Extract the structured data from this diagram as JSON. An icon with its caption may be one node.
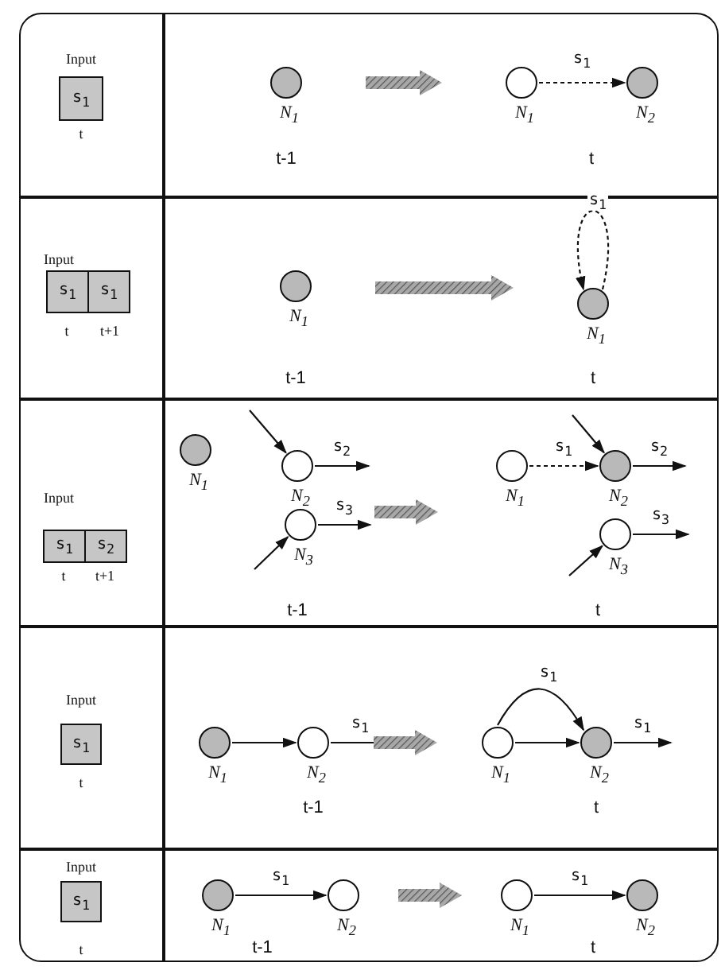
{
  "diagram": {
    "nodes": [
      {
        "text": [
          "s$_{1}$"
        ]
      },
      {
        "text": [],
        "shape": "circle",
        "beside": [
          "N$_{1}$"
        ]
      },
      {
        "text": [],
        "shape": "circle",
        "beside": [
          "N$_{1}$"
        ]
      },
      {
        "text": [],
        "shape": "circle",
        "beside": [
          "N$_{2}$"
        ]
      },
      {
        "text": [
          "s$_{1}$"
        ]
      },
      {
        "text": [
          "s$_{1}$"
        ]
      },
      {
        "text": [],
        "shape": "circle",
        "beside": [
          "N$_{1}$"
        ]
      },
      {
        "text": [],
        "shape": "circle",
        "beside": [
          "N$_{1}$"
        ]
      },
      {
        "text": [
          "s$_{1}$"
        ]
      },
      {
        "text": [
          "s$_{2}$"
        ]
      },
      {
        "text": [],
        "shape": "circle",
        "beside": [
          "N$_{1}$"
        ]
      },
      {
        "text": [],
        "shape": "circle",
        "beside": [
          "N$_{2}$"
        ]
      },
      {
        "text": [],
        "shape": "circle",
        "beside": [
          "N$_{3}$"
        ]
      },
      {
        "text": [],
        "shape": "circle",
        "beside": [
          "N$_{1}$"
        ]
      },
      {
        "text": [],
        "shape": "circle",
        "beside": [
          "N$_{2}$"
        ]
      },
      {
        "text": [],
        "shape": "circle",
        "beside": [
          "N$_{3}$"
        ]
      },
      {
        "text": [
          "s$_{1}$"
        ]
      },
      {
        "text": [],
        "shape": "circle",
        "beside": [
          "N$_{1}$"
        ]
      },
      {
        "text": [],
        "shape": "circle",
        "beside": [
          "N$_{2}$"
        ]
      },
      {
        "text": [],
        "shape": "circle",
        "beside": [
          "N$_{1}$"
        ]
      },
      {
        "text": [],
        "shape": "circle",
        "beside": [
          "N$_{2}$"
        ]
      },
      {
        "text": [
          "s$_{1}$"
        ]
      },
      {
        "text": [],
        "shape": "circle",
        "beside": [
          "N$_{1}$"
        ]
      },
      {
        "text": [],
        "shape": "circle",
        "beside": [
          "N$_{2}$"
        ]
      },
      {
        "text": [],
        "shape": "circle",
        "beside": [
          "N$_{1}$"
        ]
      },
      {
        "text": [],
        "shape": "circle",
        "beside": [
          "N$_{2}$"
        ]
      }
    ],
    "edges": [
      {
        "from": 2,
        "to": 3,
        "arrow": "to",
        "label": "s$_{1}$",
        "style": "dashed"
      },
      {
        "from": 7,
        "to": 7,
        "arrow": "to",
        "label": "s$_{1}$",
        "style": "dashed"
      },
      {
        "from": null,
        "to": 11,
        "arrow": "to"
      },
      {
        "from": 11,
        "to": null,
        "arrow": "to",
        "label": "s$_{2}$"
      },
      {
        "from": null,
        "to": 12,
        "arrow": "to"
      },
      {
        "from": 12,
        "to": null,
        "arrow": "to",
        "label": "s$_{3}$"
      },
      {
        "from": 13,
        "to": 14,
        "arrow": "to",
        "label": "s$_{1}$",
        "style": "dashed"
      },
      {
        "from": null,
        "to": 14,
        "arrow": "to"
      },
      {
        "from": 14,
        "to": null,
        "arrow": "to",
        "label": "s$_{2}$"
      },
      {
        "from": null,
        "to": 15,
        "arrow": "to"
      },
      {
        "from": 15,
        "to": null,
        "arrow": "to",
        "label": "s$_{3}$"
      },
      {
        "from": 17,
        "to": 18,
        "arrow": "to"
      },
      {
        "from": 18,
        "to": null,
        "arrow": "to",
        "label": "s$_{1}$"
      },
      {
        "from": 19,
        "to": 20,
        "arrow": "to"
      },
      {
        "from": 19,
        "to": 20,
        "arrow": "to",
        "label": "s$_{1}$"
      },
      {
        "from": 20,
        "to": null,
        "arrow": "to",
        "label": "s$_{1}$"
      },
      {
        "from": 22,
        "to": 23,
        "arrow": "to",
        "label": "s$_{1}$"
      },
      {
        "from": 24,
        "to": 25,
        "arrow": "to",
        "label": "s$_{1}$"
      },
      {
        "from": 1,
        "to": 2,
        "arrow": "to",
        "style": "thick"
      },
      {
        "from": 6,
        "to": 7,
        "arrow": "to",
        "style": "thick"
      },
      {
        "from": 12,
        "to": 13,
        "arrow": "to",
        "style": "thick"
      },
      {
        "from": 18,
        "to": 19,
        "arrow": "to",
        "style": "thick"
      },
      {
        "from": 23,
        "to": 24,
        "arrow": "to",
        "style": "thick"
      }
    ],
    "labels": [
      "Input",
      "t",
      "t-1",
      "t",
      "Input",
      "t",
      "t+1",
      "t-1",
      "t",
      "Input",
      "t",
      "t+1",
      "t-1",
      "t",
      "Input",
      "t",
      "t-1",
      "t",
      "Input",
      "t",
      "t-1",
      "t"
    ]
  }
}
